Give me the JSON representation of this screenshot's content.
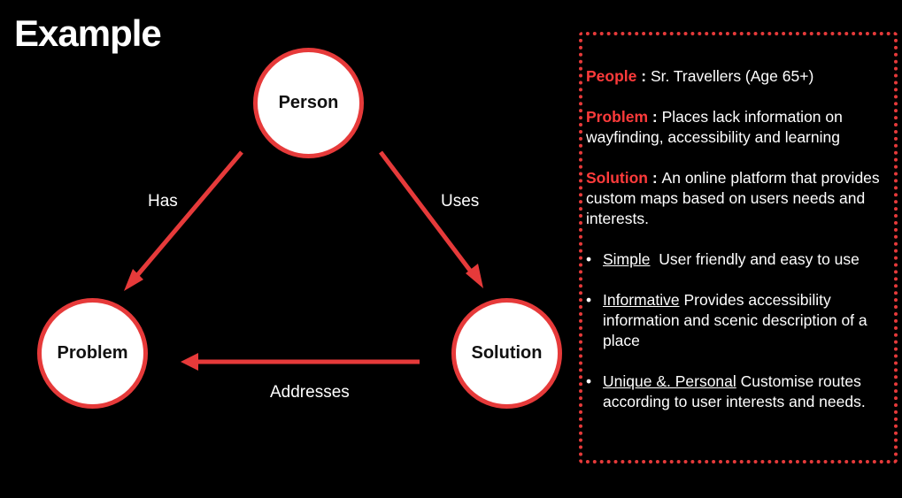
{
  "title": "Example",
  "nodes": {
    "person": "Person",
    "problem": "Problem",
    "solution": "Solution"
  },
  "edges": {
    "has": "Has",
    "uses": "Uses",
    "addresses": "Addresses"
  },
  "info": {
    "people_key": "People",
    "people_text": "Sr. Travellers (Age 65+)",
    "problem_key": "Problem",
    "problem_text": "Places lack information on wayfinding, accessibility and learning",
    "solution_key": "Solution",
    "solution_text": "An online platform that provides custom maps based on users needs and interests.",
    "bullets": [
      {
        "term": "Simple",
        "text": "User friendly and easy to use"
      },
      {
        "term": "Informative",
        "text": "Provides accessibility information and scenic description of a place"
      },
      {
        "term": "Unique &. Personal",
        "text": "Customise routes according to user interests and needs."
      }
    ]
  },
  "colors": {
    "accent": "#e63a3a",
    "background": "#000000",
    "text": "#ffffff"
  }
}
